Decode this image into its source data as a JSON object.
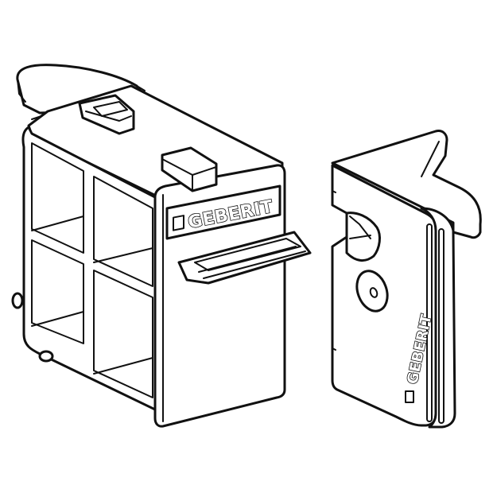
{
  "figure": {
    "type": "technical-line-drawing",
    "description": "Two Geberit plastic components: an open-grid box body with a front tab, and a separate cover/clip part",
    "colors": {
      "line": "#111111",
      "fill": "#ffffff",
      "background": "#ffffff"
    }
  },
  "parts": [
    {
      "id": "box-body",
      "label_text": "GEBERIT",
      "features": [
        "top-hinged-lid",
        "two-top-latches",
        "4-cell-open-grid-side",
        "front-grip-tab",
        "brand-label-plate"
      ]
    },
    {
      "id": "cover-clip",
      "label_text": "GEBERIT",
      "features": [
        "hook-top",
        "round-button",
        "two-vertical-grooves",
        "side-slot"
      ]
    }
  ],
  "labels": {
    "box_brand": "GEBERIT",
    "clip_brand": "GEBERIT"
  }
}
